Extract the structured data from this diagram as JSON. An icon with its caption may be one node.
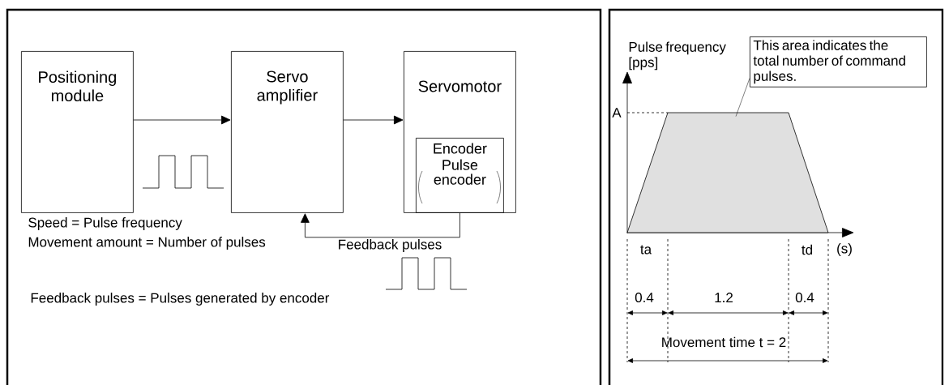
{
  "diagram": {
    "nodes": [
      {
        "text": [
          "Positioning module"
        ]
      },
      {
        "text": [
          "Servo amplifier"
        ]
      },
      {
        "text": [
          "Servomotor"
        ]
      },
      {
        "text": [
          "Encoder",
          "Pulse encoder"
        ],
        "in": 2
      },
      {
        "text": [
          "This area indicates the total number of command pulses."
        ]
      },
      {
        "text": [],
        "shape": "trapezoid"
      }
    ],
    "edges": [
      {
        "from": 0,
        "to": 1,
        "arrow": "to"
      },
      {
        "from": 1,
        "to": 2,
        "arrow": "to"
      },
      {
        "from": 3,
        "to": 1,
        "arrow": "to",
        "label": "Feedback pulses"
      },
      {
        "from": 4,
        "to": 5,
        "arrow": "none"
      }
    ],
    "labels": [
      "Speed = Pulse frequency",
      "Movement amount  = Number of pulses",
      "Feedback pulses = Pulses generated by encoder",
      "Pulse frequency [pps]",
      "A",
      "ta",
      "td",
      "(s)",
      "0.4",
      "1.2",
      "0.4",
      "Movement time  t = 2"
    ]
  }
}
